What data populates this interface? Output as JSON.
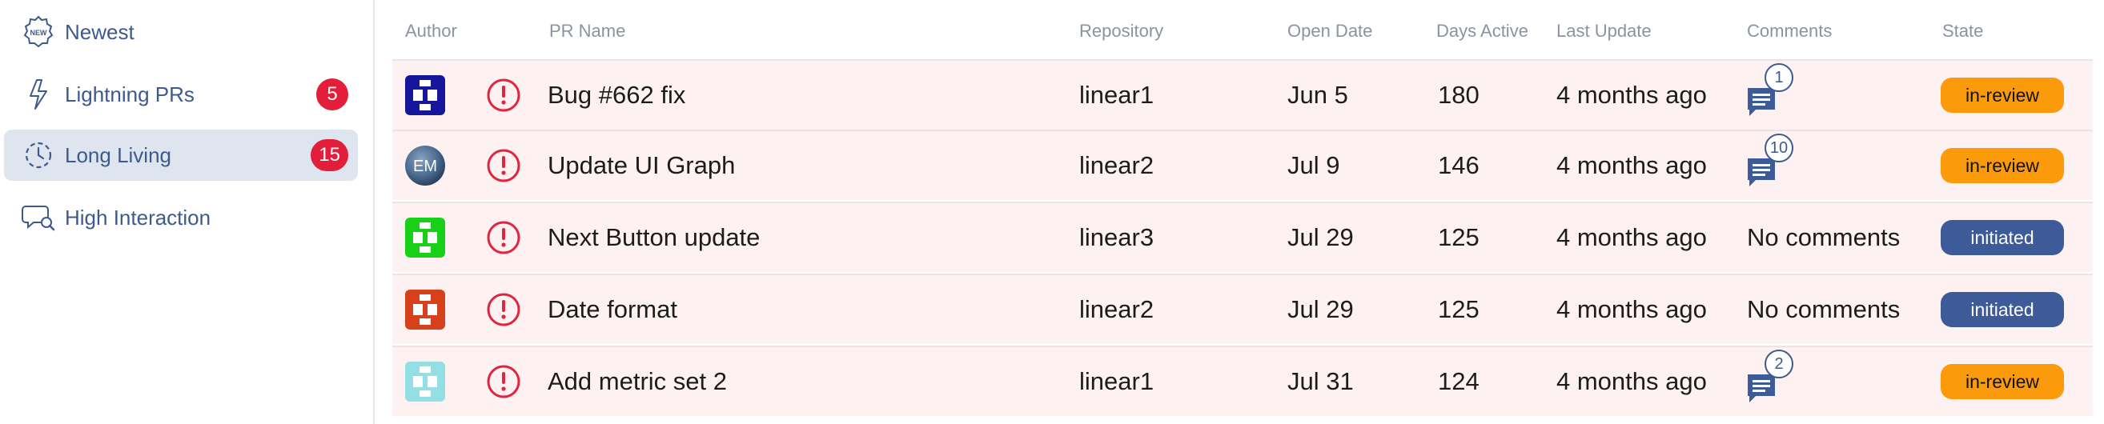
{
  "sidebar": {
    "items": [
      {
        "label": "Newest",
        "icon": "new-badge-icon",
        "badge": ""
      },
      {
        "label": "Lightning PRs",
        "icon": "lightning-icon",
        "badge": "5"
      },
      {
        "label": "Long Living",
        "icon": "clock-dashed-icon",
        "badge": "15"
      },
      {
        "label": "High Interaction",
        "icon": "chat-search-icon",
        "badge": ""
      }
    ]
  },
  "table": {
    "headers": {
      "author": "Author",
      "pr_name": "PR Name",
      "repository": "Repository",
      "open_date": "Open Date",
      "days_active": "Days Active",
      "last_update": "Last Update",
      "comments": "Comments",
      "state": "State"
    },
    "rows": [
      {
        "avatar_color": "#16169a",
        "avatar_type": "identicon",
        "pr_name": "Bug #662 fix",
        "repository": "linear1",
        "open_date": "Jun 5",
        "days_active": "180",
        "last_update": "4 months ago",
        "comments": "1",
        "state": "in-review"
      },
      {
        "avatar_color": "#4a6a90",
        "avatar_type": "photo",
        "avatar_initials": "EM",
        "pr_name": "Update UI Graph",
        "repository": "linear2",
        "open_date": "Jul 9",
        "days_active": "146",
        "last_update": "4 months ago",
        "comments": "10",
        "state": "in-review"
      },
      {
        "avatar_color": "#18d018",
        "avatar_type": "identicon",
        "pr_name": "Next Button update",
        "repository": "linear3",
        "open_date": "Jul 29",
        "days_active": "125",
        "last_update": "4 months ago",
        "comments": "No comments",
        "state": "initiated"
      },
      {
        "avatar_color": "#d6401b",
        "avatar_type": "identicon",
        "pr_name": "Date format",
        "repository": "linear2",
        "open_date": "Jul 29",
        "days_active": "125",
        "last_update": "4 months ago",
        "comments": "No comments",
        "state": "initiated"
      },
      {
        "avatar_color": "#93dfe3",
        "avatar_type": "identicon",
        "pr_name": "Add metric set 2",
        "repository": "linear1",
        "open_date": "Jul 31",
        "days_active": "124",
        "last_update": "4 months ago",
        "comments": "2",
        "state": "in-review"
      }
    ]
  },
  "colors": {
    "accent": "#3d5a8c",
    "badge_red": "#e21e3a",
    "alert_red": "#e0263f",
    "in_review": "#fb9a0a",
    "initiated": "#3d5a99",
    "row_bg": "#fdf1f1"
  }
}
